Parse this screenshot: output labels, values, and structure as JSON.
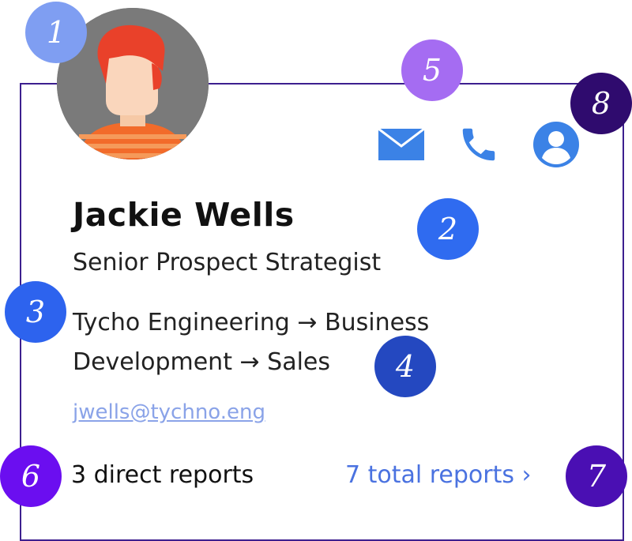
{
  "profile": {
    "name": "Jackie Wells",
    "title": "Senior Prospect Strategist",
    "org_path": "Tycho Engineering → Business Development → Sales",
    "email": "jwells@tychno.eng",
    "direct_reports": "3 direct reports",
    "total_reports": "7 total reports ›"
  },
  "actions": [
    {
      "icon": "mail-icon"
    },
    {
      "icon": "phone-icon"
    },
    {
      "icon": "profile-icon"
    }
  ],
  "annotations": [
    {
      "label": "1",
      "color": "#7f9ef2"
    },
    {
      "label": "2",
      "color": "#2f6bf0"
    },
    {
      "label": "3",
      "color": "#2d63ee"
    },
    {
      "label": "4",
      "color": "#2448c0"
    },
    {
      "label": "5",
      "color": "#a56cf2"
    },
    {
      "label": "6",
      "color": "#6b0ef0"
    },
    {
      "label": "7",
      "color": "#4a0fb3"
    },
    {
      "label": "8",
      "color": "#2f0b6e"
    }
  ],
  "colors": {
    "card_border": "#3d1f8f",
    "icon_blue": "#3b82e6",
    "link_blue": "#4a72e0",
    "email_blue": "#8aa3e8"
  }
}
